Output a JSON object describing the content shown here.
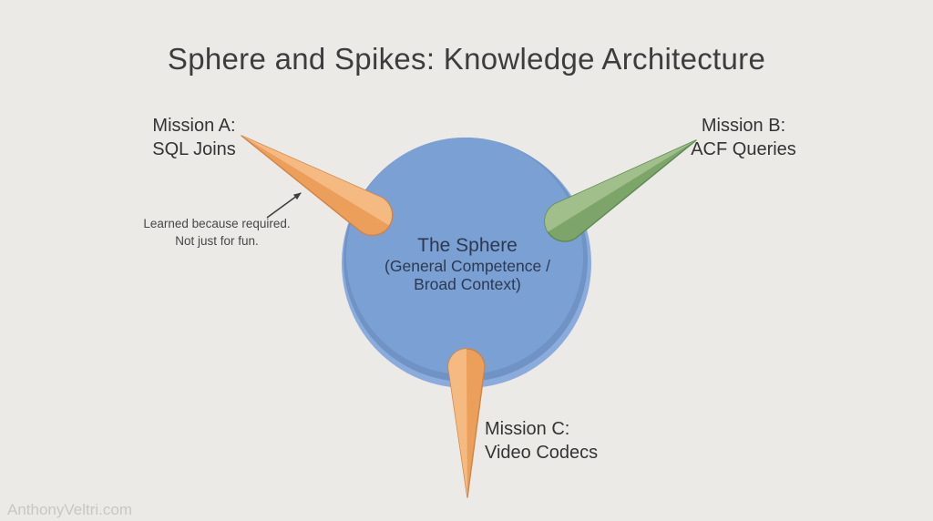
{
  "title": "Sphere and Spikes: Knowledge Architecture",
  "sphere": {
    "title": "The Sphere",
    "subtitle_line1": "(General Competence /",
    "subtitle_line2": "Broad Context)"
  },
  "missions": {
    "a": {
      "line1": "Mission A:",
      "line2": "SQL Joins"
    },
    "b": {
      "line1": "Mission B:",
      "line2": "ACF Queries"
    },
    "c": {
      "line1": "Mission C:",
      "line2": "Video Codecs"
    }
  },
  "annotation": {
    "line1": "Learned because required.",
    "line2": "Not just for fun."
  },
  "watermark": "AnthonyVeltri.com",
  "colors": {
    "background": "#ebeae7",
    "title_text": "#3d3d3d",
    "label_text": "#343434",
    "sphere_text": "#2c3950",
    "sphere_light_rim": "#8aabdc",
    "sphere_shade": "#7093c6",
    "sphere_body": "#7ba0d4",
    "spike_orange": "#ec9f5a",
    "spike_orange_light": "#f4ba81",
    "spike_orange_edge": "#d08343",
    "spike_green": "#7da569",
    "spike_green_light": "#a0bf8a",
    "spike_green_edge": "#5c8a50",
    "annotation_text": "#474747",
    "arrow": "#3f3f3f",
    "watermark_text": "#c8c7c4"
  }
}
